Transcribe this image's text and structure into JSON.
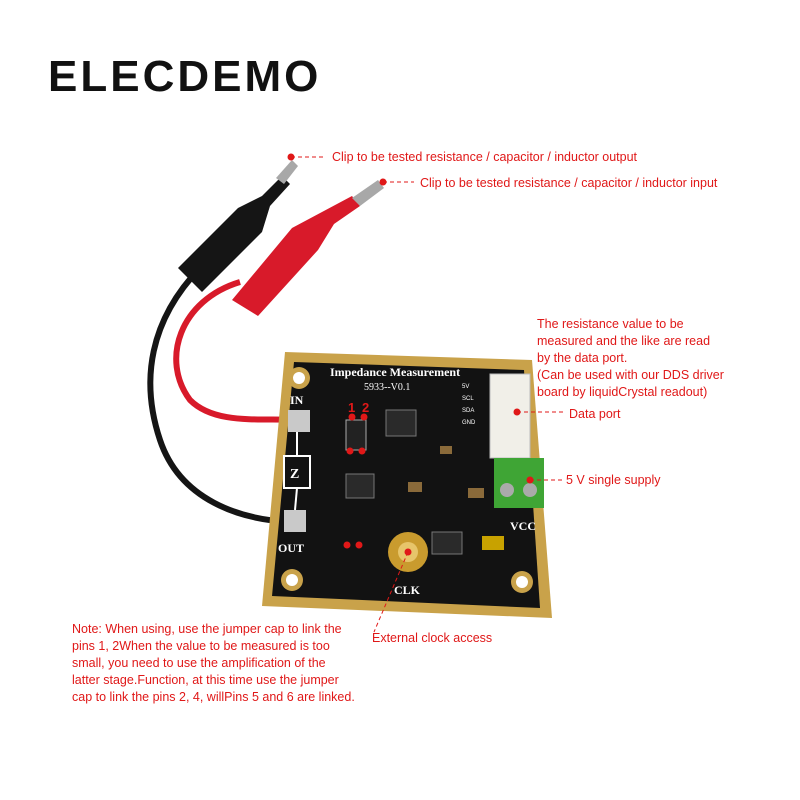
{
  "brand": "ELECDEMO",
  "callouts": {
    "clip_output": "Clip to be tested resistance / capacitor / inductor output",
    "clip_input": "Clip to be tested resistance / capacitor / inductor input",
    "data_port_desc": [
      "The resistance value to be",
      "measured and the like are read",
      "by the data port.",
      "(Can be used with our DDS driver",
      "board by liquidCrystal readout)"
    ],
    "data_port": "Data port",
    "supply": "5 V single supply",
    "clock": "External clock access",
    "note": [
      "Note: When using, use the jumper cap to link the",
      "pins 1, 2When the value to be measured is too",
      "small, you need to use the amplification of the",
      "latter stage.Function, at this time use the jumper",
      "cap to link the pins 2, 4, willPins 5 and 6 are linked."
    ]
  },
  "board": {
    "title": "Impedance Measurement",
    "version": "5933--V0.1",
    "in_label": "IN",
    "out_label": "OUT",
    "z_label": "Z",
    "clk_label": "CLK",
    "vcc_label": "VCC",
    "jumper_numbers": [
      "1",
      "2"
    ],
    "connector_pins": [
      "SCL",
      "SDA",
      "GND",
      "5V"
    ]
  },
  "colors": {
    "callout_red": "#e01818",
    "pcb": "#121212",
    "gold": "#c9a24a",
    "terminal_green": "#3fa535",
    "wire_red": "#d81a2a",
    "wire_black": "#151515"
  }
}
